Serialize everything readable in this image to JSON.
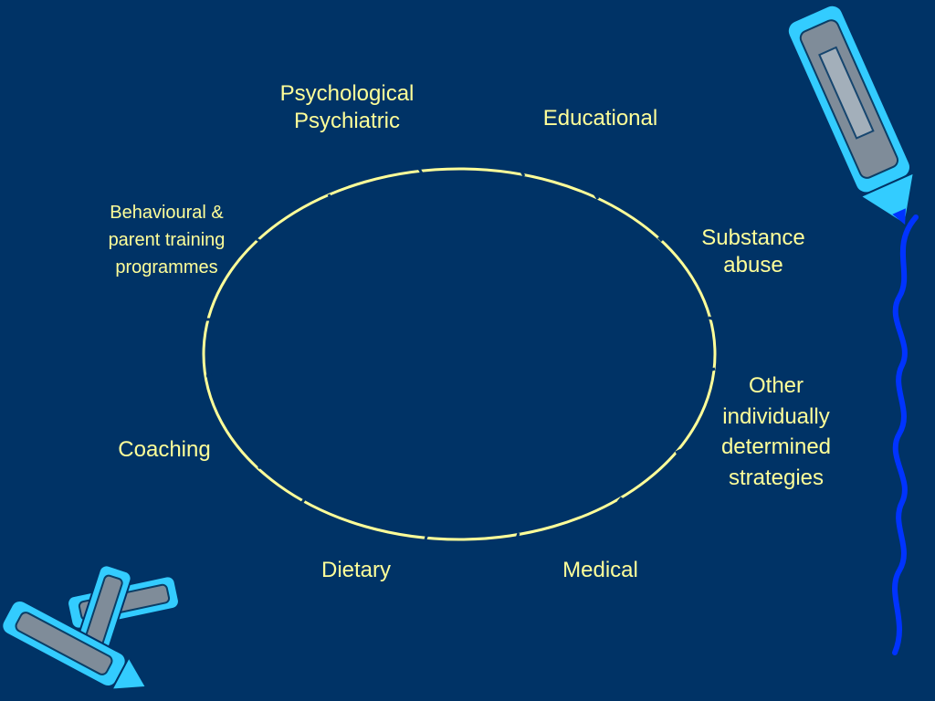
{
  "colors": {
    "background": "#003366",
    "text": "#FFFF99",
    "ellipse": "#FFFF99",
    "squiggle": "#0033FF",
    "crayon_body": "#7F8C99",
    "crayon_edge": "#33CCFF"
  },
  "labels": {
    "psychological": [
      "Psychological",
      "Psychiatric"
    ],
    "educational": [
      "Educational"
    ],
    "behavioural": [
      "Behavioural &",
      "parent training",
      "programmes"
    ],
    "substance": [
      "Substance",
      "abuse"
    ],
    "other": [
      "Other",
      "individually",
      "determined",
      "strategies"
    ],
    "coaching": [
      "Coaching"
    ],
    "dietary": [
      "Dietary"
    ],
    "medical": [
      "Medical"
    ]
  },
  "icons": [
    "crayon-icon",
    "crayon-pair-icon",
    "squiggle-line-icon"
  ]
}
